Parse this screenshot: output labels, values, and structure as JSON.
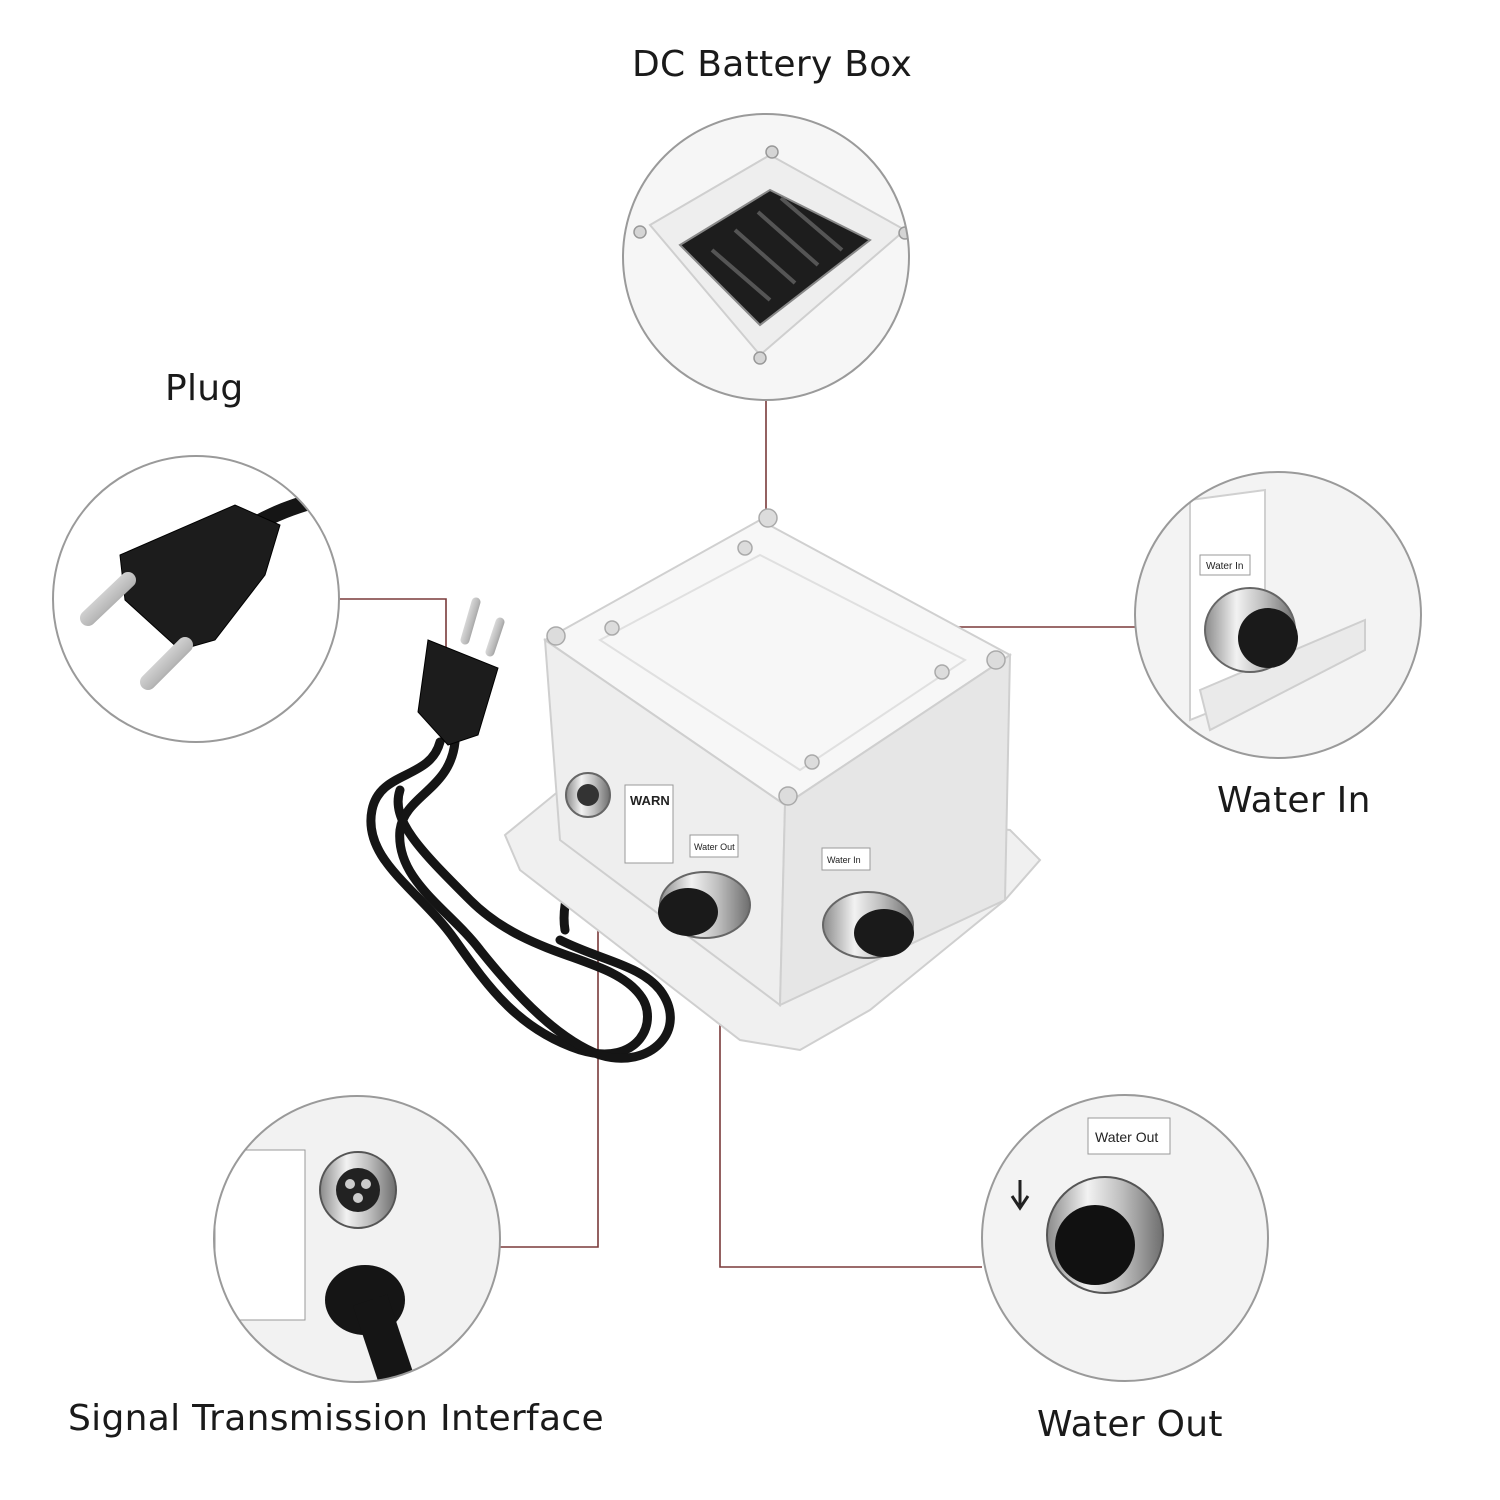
{
  "labels": {
    "battery_box": "DC Battery Box",
    "plug": "Plug",
    "water_in": "Water In",
    "signal_interface": "Signal Transmission Interface",
    "water_out": "Water Out"
  },
  "device_tags": {
    "water_in": "Water In",
    "water_out": "Water Out",
    "warning": "WARN"
  },
  "colors": {
    "leader_line": "#7a3a3a",
    "circle_border": "#9a9a9a",
    "device_body": "#f4f4f4",
    "cable": "#151515"
  }
}
